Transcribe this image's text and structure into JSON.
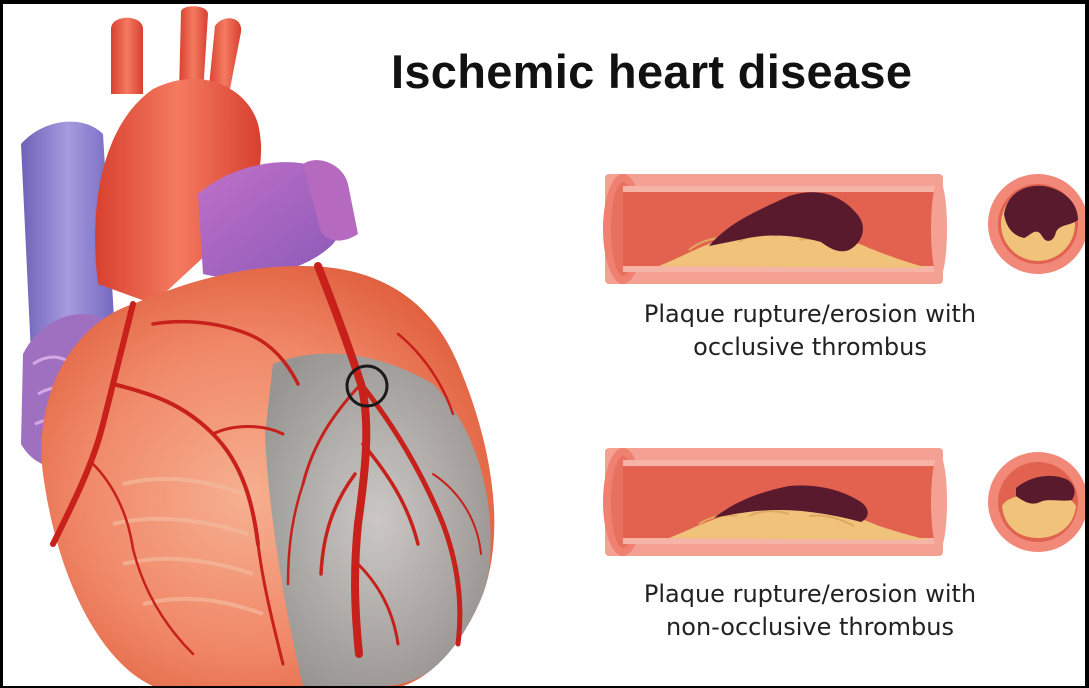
{
  "slide": {
    "title": "Ischemic heart disease"
  },
  "panels": [
    {
      "caption_line1": "Plaque rupture/erosion with",
      "caption_line2": "occlusive thrombus"
    },
    {
      "caption_line1": "Plaque rupture/erosion with",
      "caption_line2": "non-occlusive thrombus"
    }
  ],
  "colors": {
    "heart_muscle": "#f07a5a",
    "aorta": "#e8503c",
    "vein_blue": "#8a7fd0",
    "coronary": "#c81e14",
    "ischemic_gray": "#9aa0a0",
    "plaque": "#f0c27a",
    "thrombus": "#5a1a2e",
    "vessel_wall": "#f09080"
  },
  "icons": [
    "heart-illustration",
    "blockage-circle-marker",
    "artery-longitudinal-section",
    "artery-cross-section"
  ]
}
